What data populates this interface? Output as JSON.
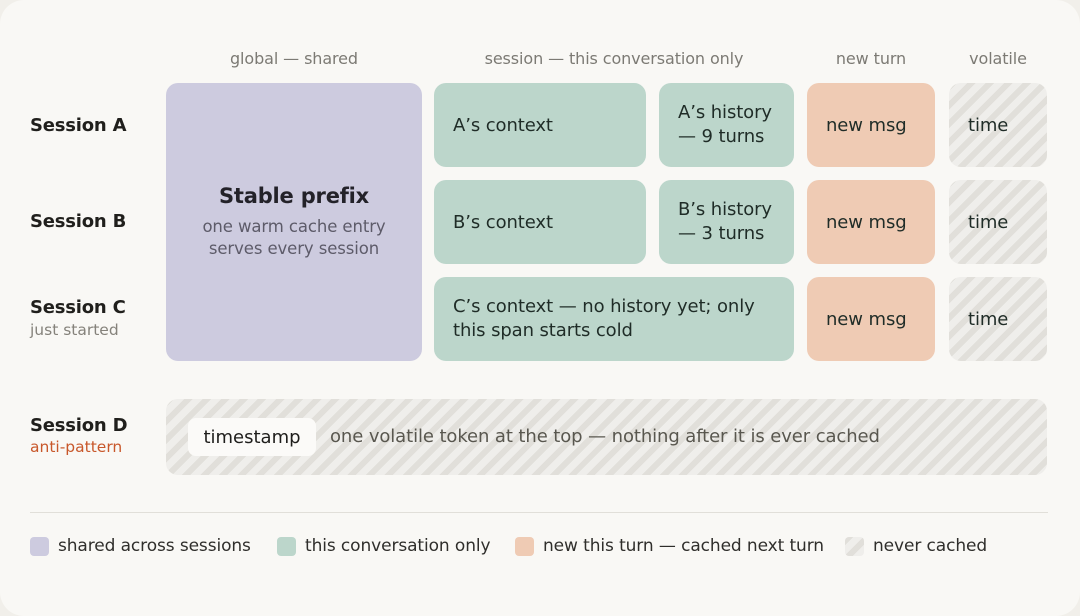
{
  "columns": {
    "global": "global — shared",
    "session": "session — this conversation only",
    "new_turn": "new turn",
    "volatile": "volatile"
  },
  "rows": {
    "a": {
      "label": "Session A",
      "context": "A’s context",
      "history": "A’s history\n— 9 turns",
      "new_msg": "new msg",
      "time": "time"
    },
    "b": {
      "label": "Session B",
      "context": "B’s context",
      "history": "B’s history\n— 3 turns",
      "new_msg": "new msg",
      "time": "time"
    },
    "c": {
      "label": "Session C",
      "sub": "just started",
      "context": "C’s context — no history yet; only\nthis span starts cold",
      "new_msg": "new msg",
      "time": "time"
    },
    "d": {
      "label": "Session D",
      "sub": "anti-pattern",
      "timestamp": "timestamp",
      "note": "one volatile token at the top — nothing after it is ever cached"
    }
  },
  "prefix": {
    "title": "Stable prefix",
    "subtitle": "one warm cache entry\nserves every session"
  },
  "legend": [
    {
      "label": "shared across sessions",
      "color": "#cdcbdf"
    },
    {
      "label": "this conversation only",
      "color": "#bcd6cb"
    },
    {
      "label": "new this turn — cached next turn",
      "color": "#efcbb4"
    },
    {
      "label": "never cached",
      "pattern": "hatched"
    }
  ],
  "colors": {
    "shared": "#cdcbdf",
    "conversation": "#bcd6cb",
    "new_turn": "#efcbb4",
    "volatile": "#eeedea",
    "warning": "#c8572a"
  }
}
